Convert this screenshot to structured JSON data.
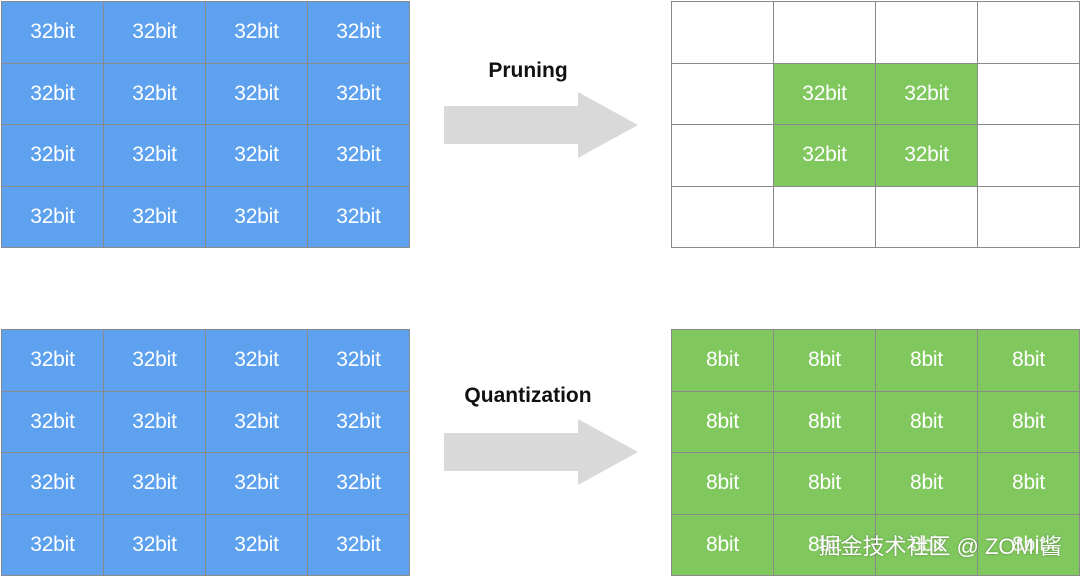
{
  "colors": {
    "blue": "#5ea1ef",
    "green": "#80c75e",
    "empty": "#ffffff",
    "arrow": "#d9d9d9"
  },
  "pruning": {
    "label": "Pruning",
    "input_cells": [
      "32bit",
      "32bit",
      "32bit",
      "32bit",
      "32bit",
      "32bit",
      "32bit",
      "32bit",
      "32bit",
      "32bit",
      "32bit",
      "32bit",
      "32bit",
      "32bit",
      "32bit",
      "32bit"
    ],
    "output_cells": [
      "",
      "",
      "",
      "",
      "",
      "32bit",
      "32bit",
      "",
      "",
      "32bit",
      "32bit",
      "",
      "",
      "",
      "",
      ""
    ]
  },
  "quantization": {
    "label": "Quantization",
    "input_cells": [
      "32bit",
      "32bit",
      "32bit",
      "32bit",
      "32bit",
      "32bit",
      "32bit",
      "32bit",
      "32bit",
      "32bit",
      "32bit",
      "32bit",
      "32bit",
      "32bit",
      "32bit",
      "32bit"
    ],
    "output_cells": [
      "8bit",
      "8bit",
      "8bit",
      "8bit",
      "8bit",
      "8bit",
      "8bit",
      "8bit",
      "8bit",
      "8bit",
      "8bit",
      "8bit",
      "8bit",
      "8bit",
      "8bit",
      "8bit"
    ]
  },
  "watermark": "掘金技术社区 @ ZOMI酱"
}
